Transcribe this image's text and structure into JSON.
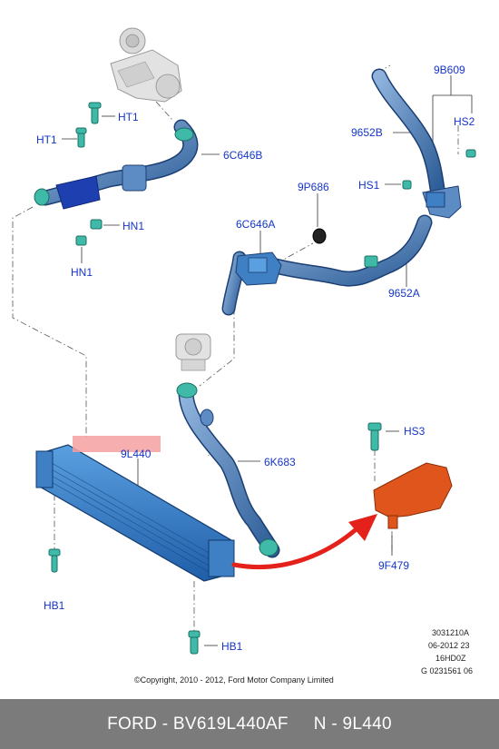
{
  "labels": {
    "ht1_right": "HT1",
    "ht1_left": "HT1",
    "hn1_right": "HN1",
    "hn1_bottom": "HN1",
    "hose_6c646b": "6C646B",
    "bracket_9b609": "9B609",
    "hs2": "HS2",
    "hose_9652b": "9652B",
    "hs1": "HS1",
    "clamp_9p686": "9P686",
    "housing_6c646a": "6C646A",
    "hose_9652a": "9652A",
    "cooler_9l440": "9L440",
    "hose_6k683": "6K683",
    "hs3": "HS3",
    "sensor_9f479": "9F479",
    "hb1_left": "HB1",
    "hb1_bottom": "HB1"
  },
  "copyright": "©Copyright, 2010 - 2012, Ford Motor Company Limited",
  "illustration_code": [
    "3031210A",
    "06-2012 23",
    "16HD0Z",
    "G 0231561 06"
  ],
  "footer": {
    "text": "FORD - BV619L440AF     N - 9L440"
  },
  "colors": {
    "part_blue": "#3f7fc4",
    "part_dark": "#1c3f73",
    "label_blue": "#1535c8",
    "fastener_teal": "#3fb9a8",
    "sensor_orange": "#e0551b",
    "highlight_red": "#e4221b",
    "highlight_box": "#f4a0a0",
    "footer_bg": "#7b7b7b"
  }
}
